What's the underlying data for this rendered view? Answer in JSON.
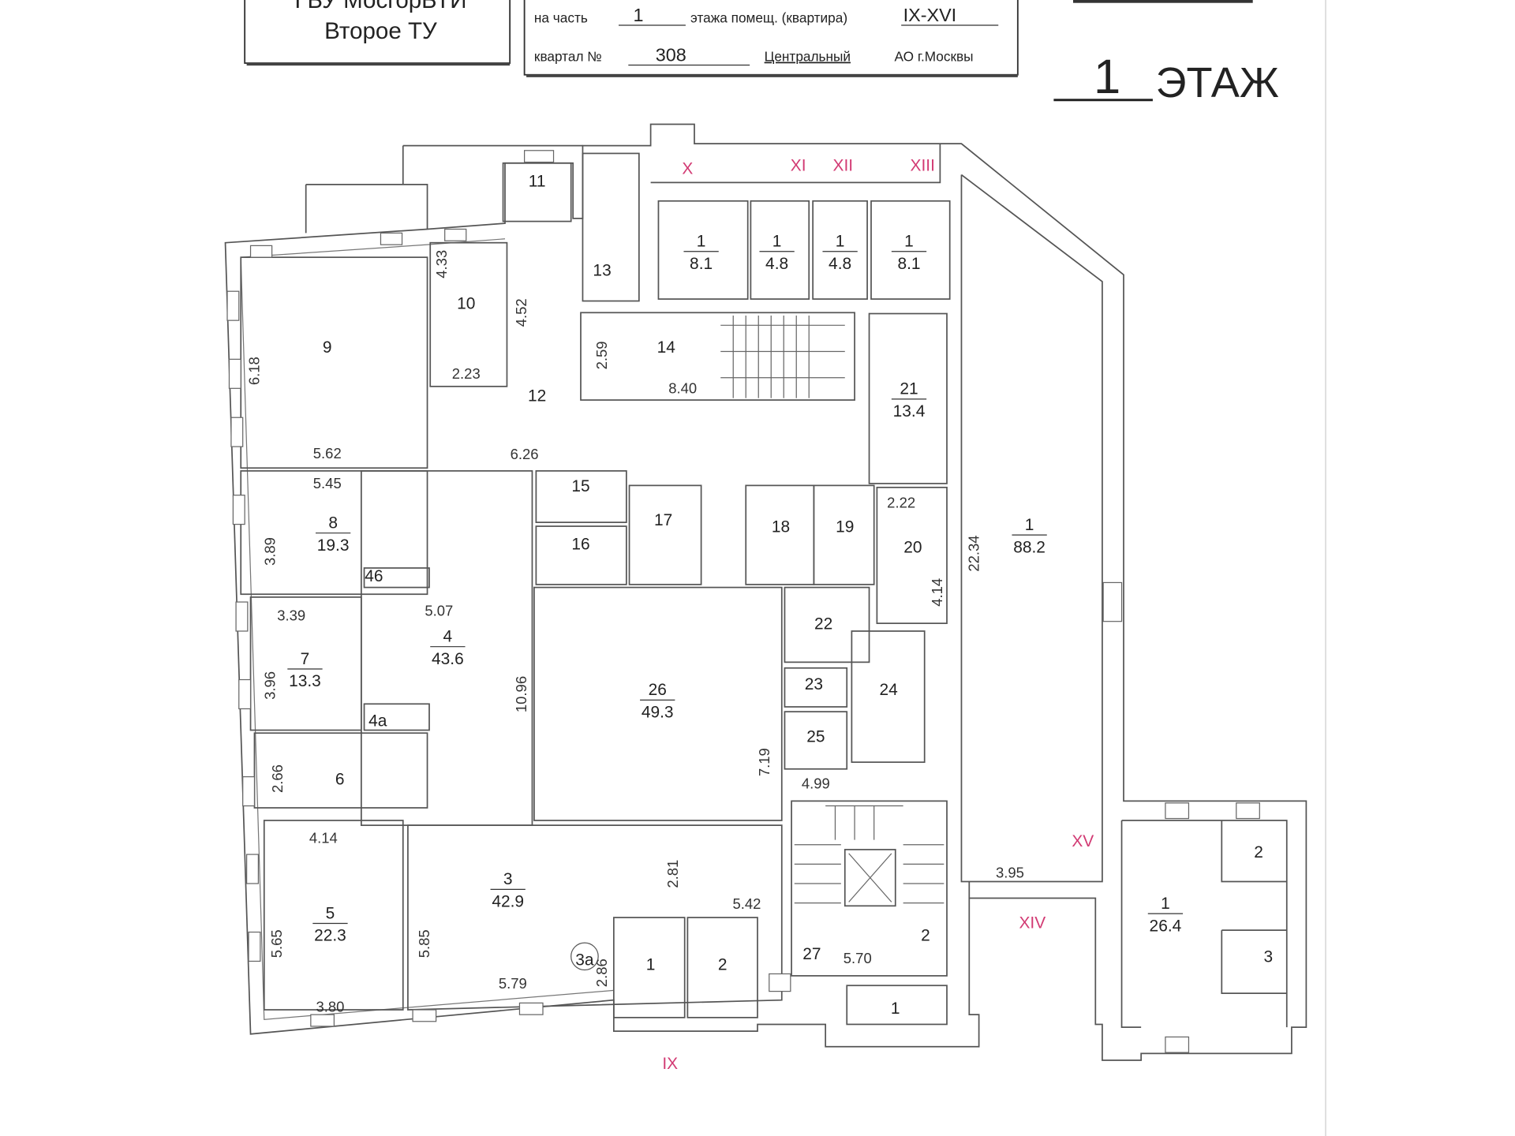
{
  "header": {
    "org_line1": "ГБУ МосгорБТИ",
    "org_line2": "Второе ТУ",
    "part_prefix": "на часть",
    "part_value": "1",
    "part_middle": "этажа помещ. (квартира)",
    "part_rooms": "IX-XVI",
    "block_prefix": "квартал №",
    "block_value": "308",
    "district": "Центральный",
    "district_suffix": "АО г.Москвы",
    "floor_number": "1",
    "floor_label": "ЭТАЖ"
  },
  "colors": {
    "accent": "#d23a73",
    "walls": "#555555"
  },
  "rooms": [
    {
      "num": "9"
    },
    {
      "num": "10"
    },
    {
      "num": "11"
    },
    {
      "num": "12"
    },
    {
      "num": "13"
    },
    {
      "num": "14"
    },
    {
      "num": "1",
      "area": "8.1"
    },
    {
      "num": "1",
      "area": "4.8"
    },
    {
      "num": "1",
      "area": "4.8"
    },
    {
      "num": "1",
      "area": "8.1"
    },
    {
      "num": "21",
      "area": "13.4"
    },
    {
      "num": "15"
    },
    {
      "num": "16"
    },
    {
      "num": "17"
    },
    {
      "num": "18"
    },
    {
      "num": "19"
    },
    {
      "num": "20"
    },
    {
      "num": "8",
      "area": "19.3"
    },
    {
      "num": "1",
      "area": "88.2"
    },
    {
      "num": "7",
      "area": "13.3"
    },
    {
      "num": "4",
      "area": "43.6"
    },
    {
      "num": "4а"
    },
    {
      "num": "22"
    },
    {
      "num": "23"
    },
    {
      "num": "24"
    },
    {
      "num": "26",
      "area": "49.3"
    },
    {
      "num": "25"
    },
    {
      "num": "6"
    },
    {
      "num": "3",
      "area": "42.9"
    },
    {
      "num": "5",
      "area": "22.3"
    },
    {
      "num": "3а"
    },
    {
      "num": "1"
    },
    {
      "num": "2"
    },
    {
      "num": "27"
    },
    {
      "num": "2"
    },
    {
      "num": "1"
    },
    {
      "num": "1",
      "area": "26.4"
    },
    {
      "num": "2"
    },
    {
      "num": "3"
    },
    {
      "num": "46"
    }
  ],
  "dimensions": [
    "6.18",
    "5.62",
    "5.45",
    "4.33",
    "4.52",
    "2.23",
    "6.26",
    "2.59",
    "8.40",
    "3.89",
    "3.39",
    "5.07",
    "10.96",
    "3.96",
    "2.66",
    "4.14",
    "5.65",
    "3.80",
    "5.85",
    "5.79",
    "2.81",
    "5.42",
    "2.86",
    "7.19",
    "4.99",
    "5.70",
    "22.34",
    "2.22",
    "4.14",
    "3.95"
  ],
  "premises_numerals": [
    "X",
    "XI",
    "XII",
    "XIII",
    "XV",
    "XIV",
    "IX"
  ]
}
